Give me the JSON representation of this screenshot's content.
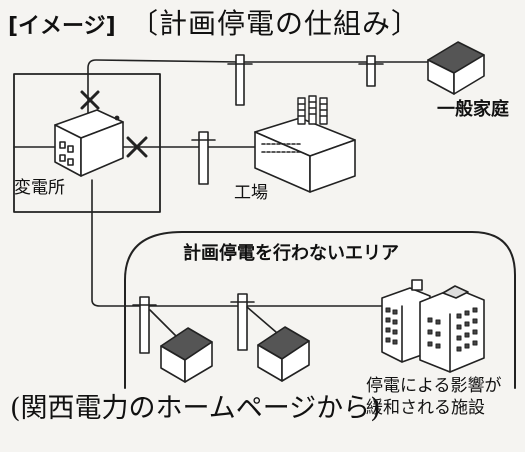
{
  "header": {
    "tag": "[イメージ]",
    "title": "〔計画停電の仕組み〕"
  },
  "labels": {
    "household": "一般家庭",
    "substation": "変電所",
    "factory": "工場",
    "excluded_area": "計画停電を行わないエリア",
    "facility_line1": "停電による影響が",
    "facility_line2": "緩和される施設"
  },
  "caption": "(関西電力のホームページから)"
}
